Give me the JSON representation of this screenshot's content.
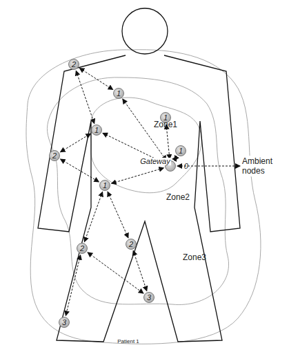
{
  "diagram": {
    "nodes": [
      {
        "text": [
          "2"
        ]
      },
      {
        "text": [
          "1"
        ]
      },
      {
        "text": [
          "1"
        ]
      },
      {
        "text": [
          "1"
        ]
      },
      {
        "text": [
          "Gateway",
          "0"
        ]
      },
      {
        "text": [
          "1"
        ]
      },
      {
        "text": [
          "2"
        ]
      },
      {
        "text": [
          "1"
        ]
      },
      {
        "text": [
          "Ambient nodes"
        ]
      },
      {
        "text": [
          "2"
        ]
      },
      {
        "text": [
          "2"
        ]
      },
      {
        "text": [
          "3"
        ]
      },
      {
        "text": [
          "3"
        ]
      }
    ],
    "edges": [
      {
        "from": 0,
        "to": 1,
        "arrow": "both"
      },
      {
        "from": 0,
        "to": 2,
        "arrow": "both"
      },
      {
        "from": 1,
        "to": 4,
        "arrow": "both"
      },
      {
        "from": 2,
        "to": 4,
        "arrow": "both"
      },
      {
        "from": 6,
        "to": 2,
        "arrow": "both"
      },
      {
        "from": 6,
        "to": 7,
        "arrow": "both"
      },
      {
        "from": 3,
        "to": 4,
        "arrow": "both"
      },
      {
        "from": 5,
        "to": 4,
        "arrow": "both"
      },
      {
        "from": 7,
        "to": 4,
        "arrow": "both"
      },
      {
        "from": 4,
        "to": 8,
        "arrow": "both"
      },
      {
        "from": 7,
        "to": 9,
        "arrow": "both"
      },
      {
        "from": 7,
        "to": 10,
        "arrow": "both"
      },
      {
        "from": 9,
        "to": 11,
        "arrow": "both"
      },
      {
        "from": 10,
        "to": 11,
        "arrow": "both"
      },
      {
        "from": 10,
        "to": 12,
        "arrow": "both"
      }
    ],
    "labels": [
      "Zone1",
      "Zone2",
      "Zone3",
      "Patient 1"
    ]
  }
}
